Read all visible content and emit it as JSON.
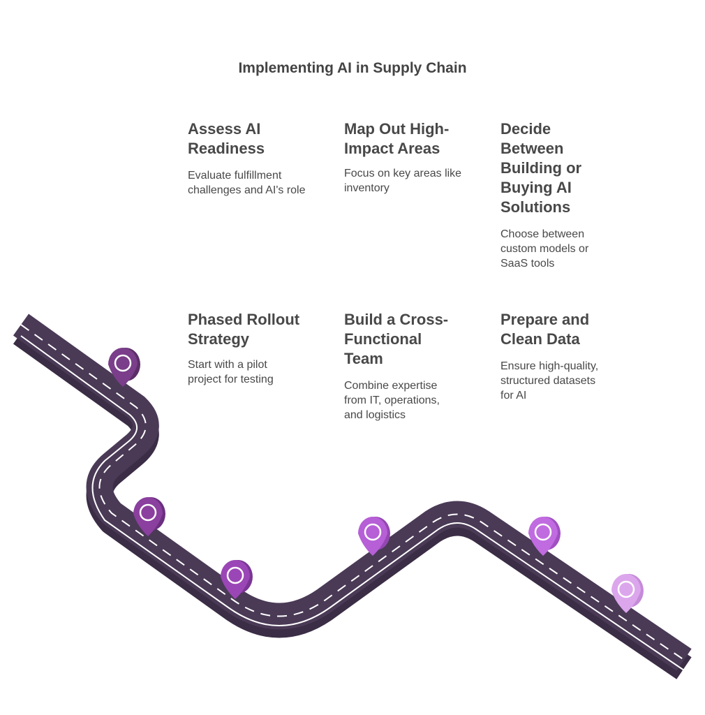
{
  "title": "Implementing AI in Supply Chain",
  "steps": [
    {
      "heading": "Assess AI Readiness",
      "text": "Evaluate fulfillment challenges and AI's role"
    },
    {
      "heading": "Map Out High-Impact Areas",
      "text": "Focus on key areas like inventory"
    },
    {
      "heading": "Decide Between Building or Buying AI Solutions",
      "text": "Choose between custom models or SaaS tools"
    },
    {
      "heading": "Phased Rollout Strategy",
      "text": "Start with a pilot project for testing"
    },
    {
      "heading": "Build a Cross-Functional Team",
      "text": "Combine expertise from IT, operations, and logistics"
    },
    {
      "heading": "Prepare and Clean Data",
      "text": "Ensure high-quality, structured datasets for AI"
    }
  ],
  "colors": {
    "road": "#4a3a56",
    "road_shadow": "#3a2d45",
    "lane_line": "#ffffff",
    "text": "#484848",
    "markers": [
      "#7a3e8a",
      "#8b3f9e",
      "#9b46b6",
      "#b65fd6",
      "#c06be0",
      "#dca6ec"
    ]
  },
  "icons": [
    "map-pin-icon"
  ]
}
